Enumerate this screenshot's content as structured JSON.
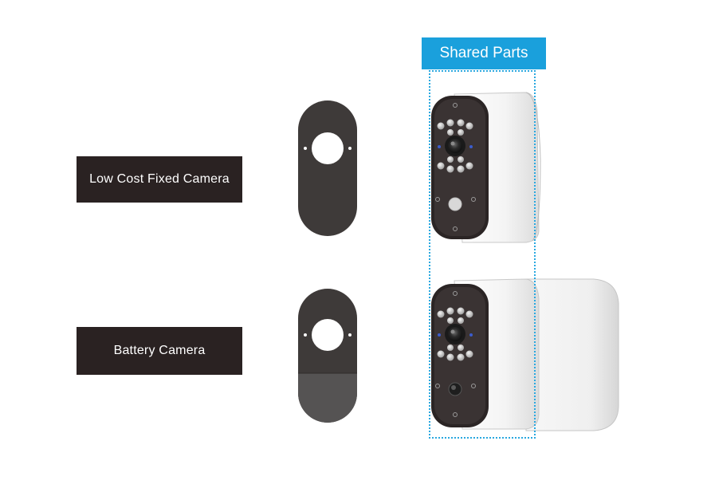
{
  "shared": {
    "header": "Shared Parts"
  },
  "rows": [
    {
      "label": "Low Cost Fixed Camera"
    },
    {
      "label": "Battery Camera"
    }
  ],
  "colors": {
    "label_bg": "#2a2222",
    "accent": "#1aa0dc",
    "faceplate": "#3e3a39",
    "battery_section": "#555353",
    "housing": "#f2f2f2"
  }
}
